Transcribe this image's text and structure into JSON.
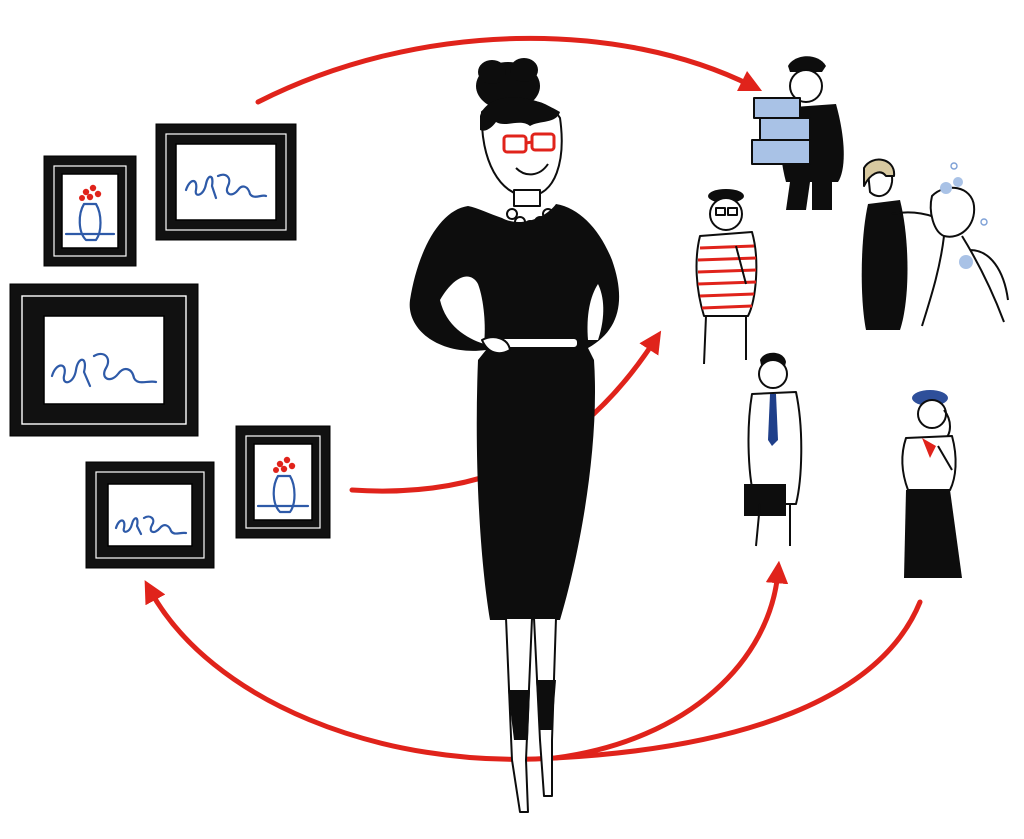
{
  "colors": {
    "arrow": "#e0231b",
    "ink": "#0d0d0d",
    "frame": "#111111",
    "canvas": "#ffffff",
    "scribble": "#2e5aa8",
    "flower": "#e0231b",
    "box": "#a9c2e6",
    "glasses": "#e0231b",
    "beret": "#2e4f9a",
    "tie": "#1f3f8a"
  },
  "elements": {
    "central_figure": "woman-in-black-dress",
    "artworks": [
      "framed-flower-vase-picture",
      "framed-signature-picture",
      "framed-signature-picture-large",
      "framed-signature-picture-bottom",
      "framed-flower-vase-picture-bottom"
    ],
    "people": [
      "delivery-man-with-boxes",
      "dog-groomer-with-dog",
      "painter-with-striped-shirt",
      "man-with-portfolio",
      "woman-artist-with-beret"
    ],
    "flows": [
      "artworks-to-delivery",
      "artworks-to-people",
      "woman-to-artworks",
      "woman-to-portfolio-man",
      "artist-to-woman"
    ]
  }
}
